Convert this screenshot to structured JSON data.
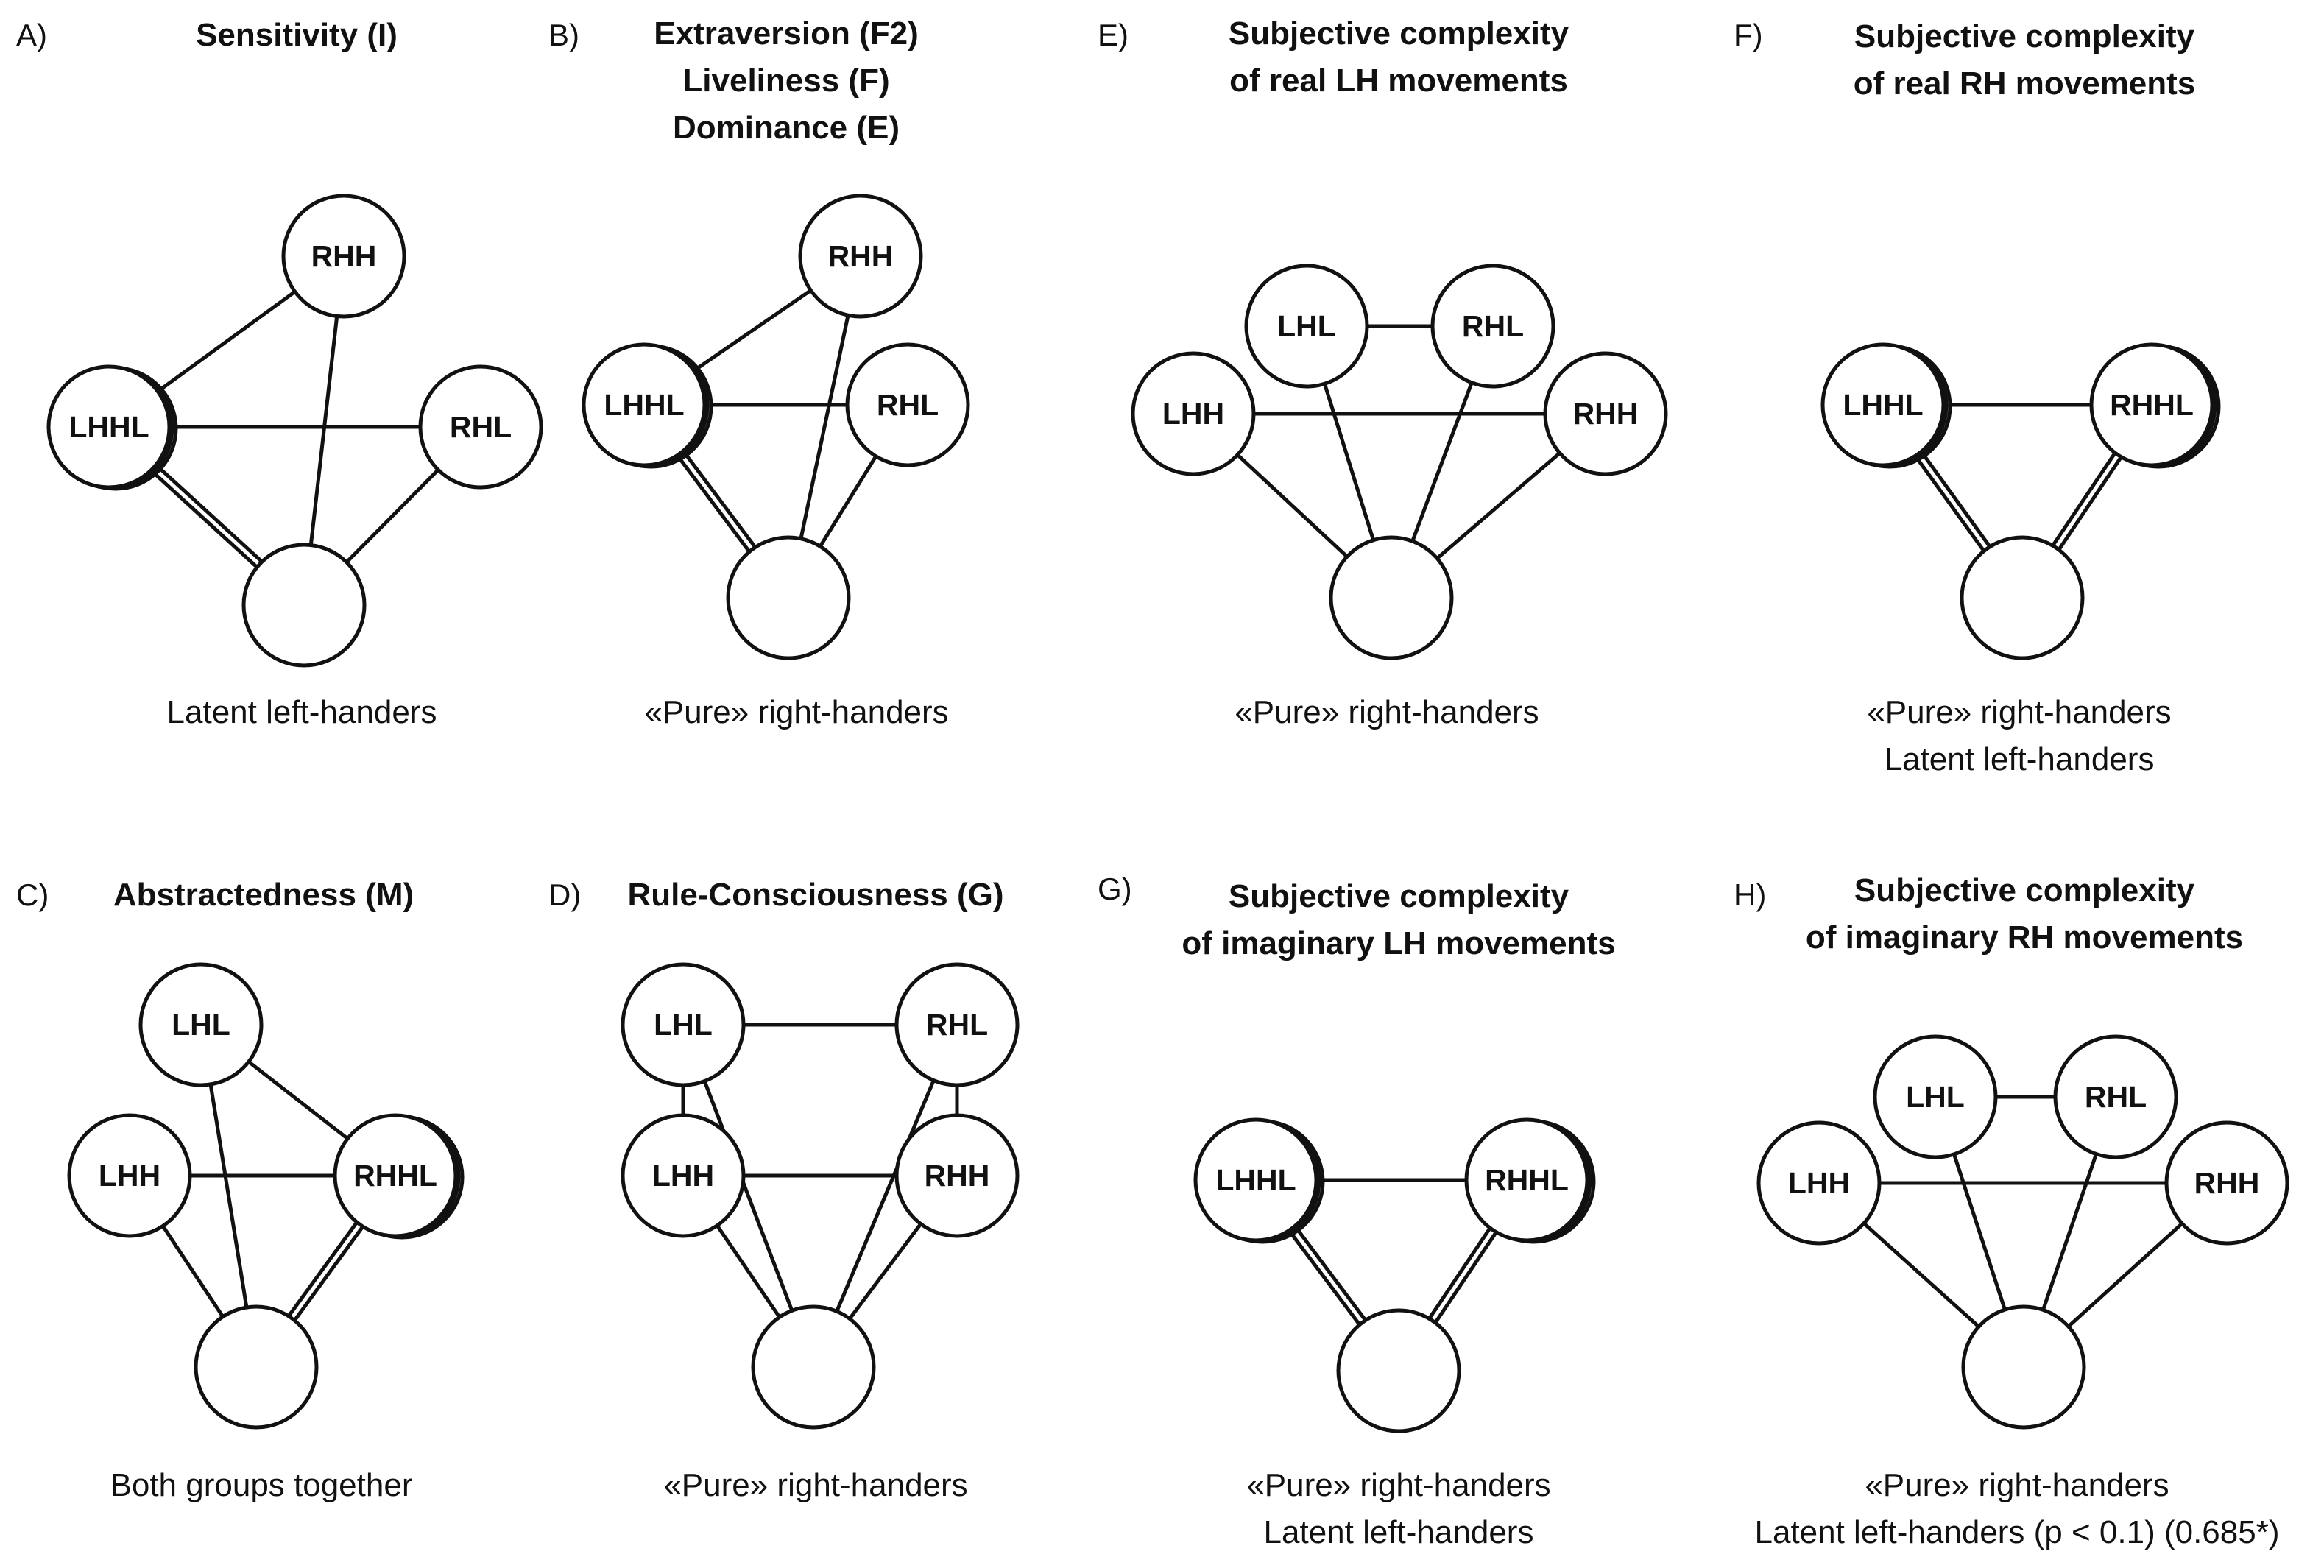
{
  "panels": [
    {
      "id": "A",
      "letter": "A)",
      "title": [
        "Sensitivity (I)"
      ],
      "caption": [
        "Latent left-handers"
      ],
      "nodes": [
        {
          "id": "RHH",
          "label": "RHH",
          "double": false
        },
        {
          "id": "LHHL",
          "label": "LHHL",
          "double": true
        },
        {
          "id": "RHL",
          "label": "RHL",
          "double": false
        },
        {
          "id": "BOT",
          "label": "",
          "double": false
        }
      ],
      "edges": [
        {
          "from": "LHHL",
          "to": "RHH",
          "type": "single"
        },
        {
          "from": "LHHL",
          "to": "RHL",
          "type": "single"
        },
        {
          "from": "RHH",
          "to": "BOT",
          "type": "single"
        },
        {
          "from": "RHL",
          "to": "BOT",
          "type": "single"
        },
        {
          "from": "LHHL",
          "to": "BOT",
          "type": "double"
        }
      ]
    },
    {
      "id": "B",
      "letter": "B)",
      "title": [
        "Extraversion (F2)",
        "Liveliness (F)",
        "Dominance (E)"
      ],
      "caption": [
        "«Pure» right-handers"
      ],
      "nodes": [
        {
          "id": "RHH",
          "label": "RHH",
          "double": false
        },
        {
          "id": "LHHL",
          "label": "LHHL",
          "double": true
        },
        {
          "id": "RHL",
          "label": "RHL",
          "double": false
        },
        {
          "id": "BOT",
          "label": "",
          "double": false
        }
      ],
      "edges": [
        {
          "from": "LHHL",
          "to": "RHH",
          "type": "single"
        },
        {
          "from": "LHHL",
          "to": "RHL",
          "type": "single"
        },
        {
          "from": "RHH",
          "to": "BOT",
          "type": "single"
        },
        {
          "from": "RHL",
          "to": "BOT",
          "type": "single"
        },
        {
          "from": "LHHL",
          "to": "BOT",
          "type": "double"
        }
      ]
    },
    {
      "id": "E",
      "letter": "E)",
      "title": [
        "Subjective complexity",
        "of real LH movements"
      ],
      "caption": [
        "«Pure» right-handers"
      ],
      "nodes": [
        {
          "id": "LHL",
          "label": "LHL",
          "double": false
        },
        {
          "id": "RHL",
          "label": "RHL",
          "double": false
        },
        {
          "id": "LHH",
          "label": "LHH",
          "double": false
        },
        {
          "id": "RHH",
          "label": "RHH",
          "double": false
        },
        {
          "id": "BOT",
          "label": "",
          "double": false
        }
      ],
      "edges": [
        {
          "from": "LHL",
          "to": "RHL",
          "type": "single"
        },
        {
          "from": "LHH",
          "to": "RHH",
          "type": "single"
        },
        {
          "from": "LHL",
          "to": "BOT",
          "type": "single"
        },
        {
          "from": "RHL",
          "to": "BOT",
          "type": "single"
        },
        {
          "from": "LHH",
          "to": "BOT",
          "type": "single"
        },
        {
          "from": "RHH",
          "to": "BOT",
          "type": "single"
        }
      ]
    },
    {
      "id": "F",
      "letter": "F)",
      "title": [
        "Subjective complexity",
        "of real RH movements"
      ],
      "caption": [
        "«Pure» right-handers",
        "Latent left-handers"
      ],
      "nodes": [
        {
          "id": "LHHL",
          "label": "LHHL",
          "double": true
        },
        {
          "id": "RHHL",
          "label": "RHHL",
          "double": true
        },
        {
          "id": "BOT",
          "label": "",
          "double": false
        }
      ],
      "edges": [
        {
          "from": "LHHL",
          "to": "RHHL",
          "type": "single"
        },
        {
          "from": "LHHL",
          "to": "BOT",
          "type": "double"
        },
        {
          "from": "RHHL",
          "to": "BOT",
          "type": "double"
        }
      ]
    },
    {
      "id": "C",
      "letter": "C)",
      "title": [
        "Abstractedness (M)"
      ],
      "caption": [
        "Both groups together"
      ],
      "nodes": [
        {
          "id": "LHL",
          "label": "LHL",
          "double": false
        },
        {
          "id": "LHH",
          "label": "LHH",
          "double": false
        },
        {
          "id": "RHHL",
          "label": "RHHL",
          "double": true
        },
        {
          "id": "BOT",
          "label": "",
          "double": false
        }
      ],
      "edges": [
        {
          "from": "LHL",
          "to": "RHHL",
          "type": "single"
        },
        {
          "from": "LHH",
          "to": "RHHL",
          "type": "single"
        },
        {
          "from": "LHL",
          "to": "BOT",
          "type": "single"
        },
        {
          "from": "LHH",
          "to": "BOT",
          "type": "single"
        },
        {
          "from": "RHHL",
          "to": "BOT",
          "type": "double"
        }
      ]
    },
    {
      "id": "D",
      "letter": "D)",
      "title": [
        "Rule-Consciousness (G)"
      ],
      "caption": [
        "«Pure» right-handers"
      ],
      "nodes": [
        {
          "id": "LHL",
          "label": "LHL",
          "double": false
        },
        {
          "id": "RHL",
          "label": "RHL",
          "double": false
        },
        {
          "id": "LHH",
          "label": "LHH",
          "double": false
        },
        {
          "id": "RHH",
          "label": "RHH",
          "double": false
        },
        {
          "id": "BOT",
          "label": "",
          "double": false
        }
      ],
      "edges": [
        {
          "from": "LHL",
          "to": "RHL",
          "type": "single"
        },
        {
          "from": "LHH",
          "to": "RHH",
          "type": "single"
        },
        {
          "from": "LHL",
          "to": "LHH",
          "type": "single"
        },
        {
          "from": "RHL",
          "to": "RHH",
          "type": "single"
        },
        {
          "from": "LHH",
          "to": "BOT",
          "type": "single"
        },
        {
          "from": "RHH",
          "to": "BOT",
          "type": "single"
        },
        {
          "from": "LHL",
          "to": "BOT",
          "type": "single"
        },
        {
          "from": "RHL",
          "to": "BOT",
          "type": "single"
        }
      ]
    },
    {
      "id": "G",
      "letter": "G)",
      "title": [
        "Subjective complexity",
        "of imaginary LH movements"
      ],
      "caption": [
        "«Pure» right-handers",
        "Latent left-handers"
      ],
      "nodes": [
        {
          "id": "LHHL",
          "label": "LHHL",
          "double": true
        },
        {
          "id": "RHHL",
          "label": "RHHL",
          "double": true
        },
        {
          "id": "BOT",
          "label": "",
          "double": false
        }
      ],
      "edges": [
        {
          "from": "LHHL",
          "to": "RHHL",
          "type": "single"
        },
        {
          "from": "LHHL",
          "to": "BOT",
          "type": "double"
        },
        {
          "from": "RHHL",
          "to": "BOT",
          "type": "double"
        }
      ]
    },
    {
      "id": "H",
      "letter": "H)",
      "title": [
        "Subjective complexity",
        "of imaginary RH movements"
      ],
      "caption": [
        "«Pure» right-handers",
        "Latent left-handers (p < 0.1) (0.685*)"
      ],
      "nodes": [
        {
          "id": "LHL",
          "label": "LHL",
          "double": false
        },
        {
          "id": "RHL",
          "label": "RHL",
          "double": false
        },
        {
          "id": "LHH",
          "label": "LHH",
          "double": false
        },
        {
          "id": "RHH",
          "label": "RHH",
          "double": false
        },
        {
          "id": "BOT",
          "label": "",
          "double": false
        }
      ],
      "edges": [
        {
          "from": "LHL",
          "to": "RHL",
          "type": "single"
        },
        {
          "from": "LHH",
          "to": "RHH",
          "type": "single"
        },
        {
          "from": "LHL",
          "to": "BOT",
          "type": "single"
        },
        {
          "from": "RHL",
          "to": "BOT",
          "type": "single"
        },
        {
          "from": "LHH",
          "to": "BOT",
          "type": "single"
        },
        {
          "from": "RHH",
          "to": "BOT",
          "type": "single"
        }
      ]
    }
  ]
}
